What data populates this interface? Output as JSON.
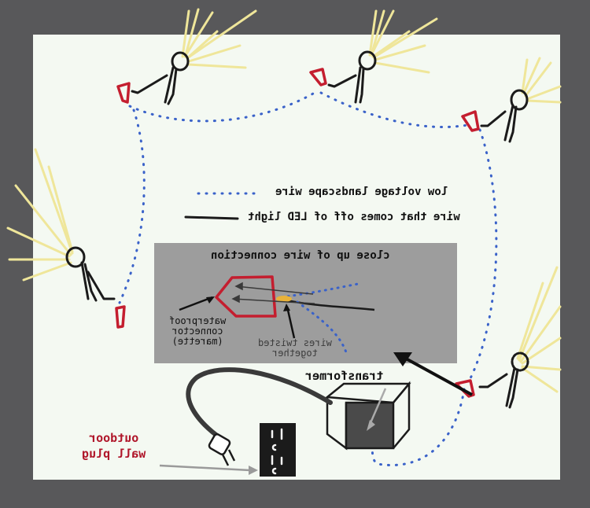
{
  "legend": {
    "low_voltage_wire": "low voltage landscape wire",
    "led_wire": "wire that comes off of LED light"
  },
  "closeup": {
    "title": "close up of wire connection",
    "connector_label": [
      "waterproof",
      "connector",
      "(marette)"
    ],
    "twisted_label": [
      "wires twisted",
      "together"
    ]
  },
  "transformer_label": "transformer",
  "outlet_label": [
    "outdoor",
    "wall plug"
  ],
  "colors": {
    "background": "#58585a",
    "board": "#f4f9f2",
    "wire_dots": "#3a62c9",
    "connector": "#c41e2f",
    "light_beam": "#efe69a",
    "closeup_panel": "#9d9d9d",
    "twist": "#e8b23a",
    "label_red": "#b0172b"
  }
}
